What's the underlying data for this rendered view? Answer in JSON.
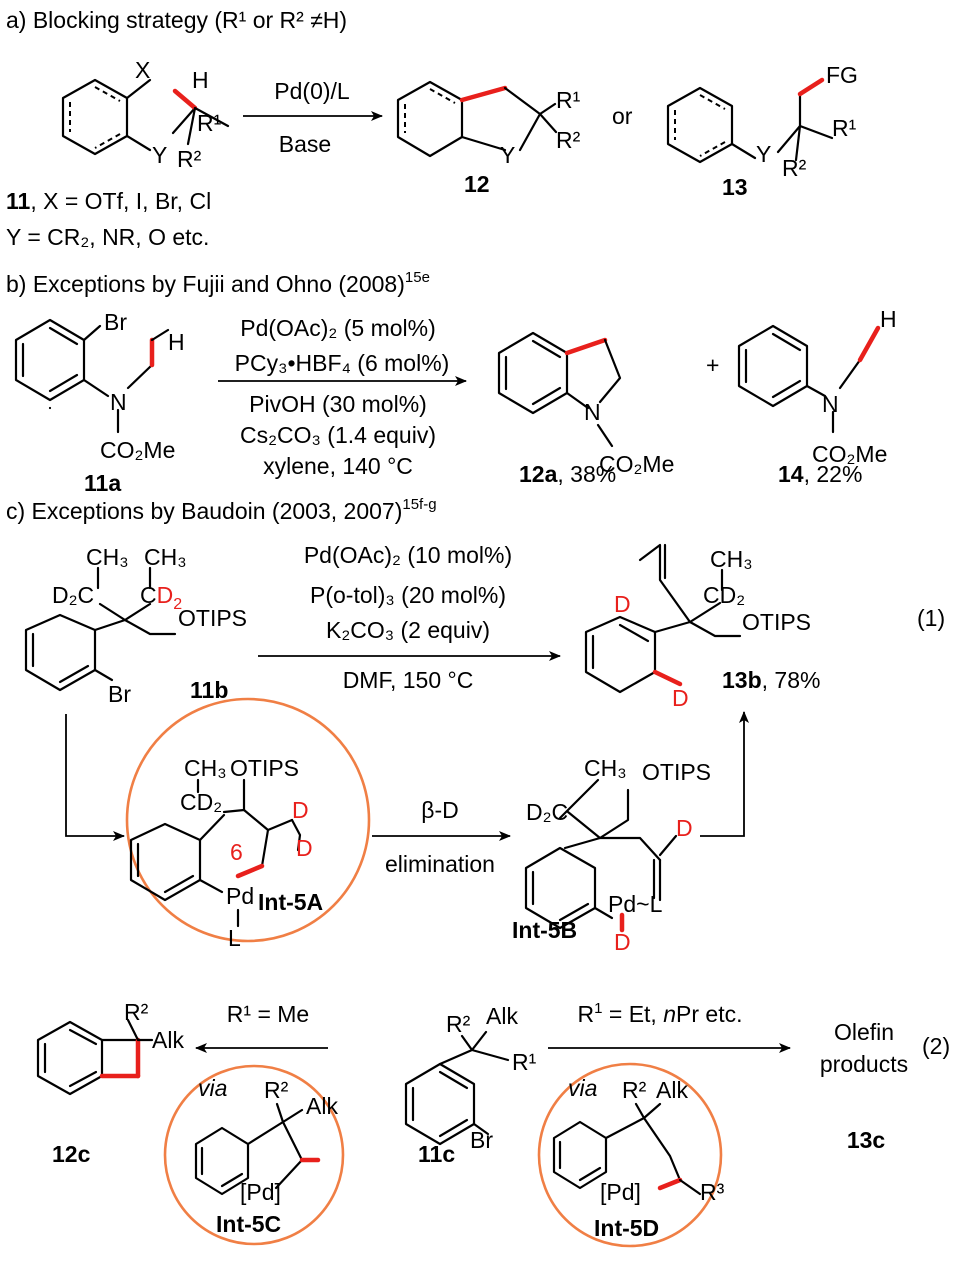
{
  "sections": {
    "a": "a) Blocking strategy (R¹ or R² ≠H)",
    "b": "b) Exceptions by Fujii and Ohno (2008)",
    "b_ref": "15e",
    "c": "c) Exceptions by Baudoin (2003, 2007)",
    "c_ref": "15f-g"
  },
  "part_a": {
    "reagent_top": "Pd(0)/L",
    "reagent_bottom": "Base",
    "or": "or",
    "sm_label": "11",
    "sm_line1": ", X = OTf, I, Br, Cl",
    "sm_line2": "Y = CR₂, NR, O etc.",
    "p1_label": "12",
    "p2_label": "13",
    "atoms": {
      "X": "X",
      "H": "H",
      "Y": "Y",
      "R1": "R¹",
      "R2": "R²",
      "FG": "FG"
    }
  },
  "part_b": {
    "conditions": [
      "Pd(OAc)₂ (5 mol%)",
      "PCy₃•HBF₄ (6 mol%)",
      "PivOH (30 mol%)",
      "Cs₂CO₃ (1.4 equiv)",
      "xylene, 140 °C"
    ],
    "plus": "+",
    "sm_label": "11a",
    "p1_label": "12a",
    "p1_yield": ", 38%",
    "p2_label": "14",
    "p2_yield": ", 22%",
    "atoms": {
      "Br": "Br",
      "H": "H",
      "N": "N",
      "CO2Me": "CO₂Me"
    }
  },
  "part_c1": {
    "eq": "(1)",
    "conditions_top": [
      "Pd(OAc)₂ (10 mol%)",
      "P(o-tol)₃ (20 mol%)",
      "K₂CO₃ (2 equiv)"
    ],
    "conditions_bottom": "DMF, 150 °C",
    "sm_label": "11b",
    "product_label": "13b",
    "product_yield": ", 78%",
    "step_top": "β-D",
    "step_bottom": "elimination",
    "int_a_label": "Int-5A",
    "int_b_label": "Int-5B",
    "ring_size": "6",
    "atoms": {
      "CH3": "CH₃",
      "D2C": "D₂C",
      "CD2": "CD₂",
      "OTIPS": "OTIPS",
      "Br": "Br",
      "D": "D",
      "Pd": "Pd",
      "L": "L"
    }
  },
  "part_c2": {
    "eq": "(2)",
    "left_condition": "R¹ = Me",
    "right_condition": "R¹ = Et, nPr etc.",
    "via": "via",
    "sm_label": "11c",
    "p_left_label": "12c",
    "p_right_line1": "Olefin",
    "p_right_line2": "products",
    "p_right_label": "13c",
    "int_c_label": "Int-5C",
    "int_d_label": "Int-5D",
    "atoms": {
      "R2": "R²",
      "R1": "R¹",
      "R3": "R³",
      "Alk": "Alk",
      "Br": "Br",
      "Pd": "[Pd]"
    }
  },
  "colors": {
    "highlight": "#e8201c",
    "circle": "#f07f45",
    "text": "#000000"
  }
}
